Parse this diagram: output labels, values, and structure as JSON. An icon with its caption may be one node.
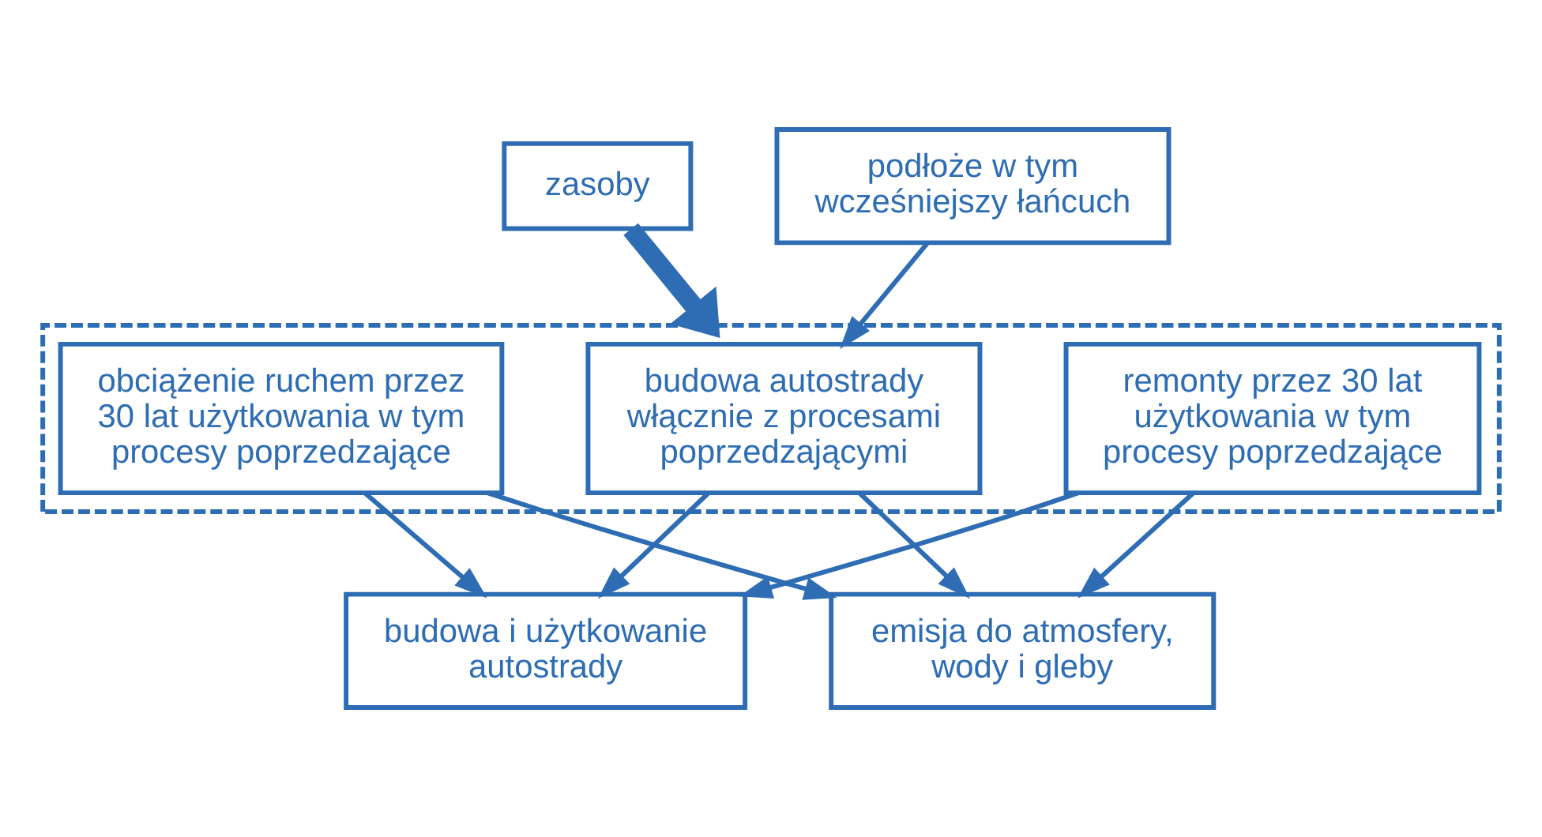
{
  "diagram": {
    "nodes": [
      {
        "text": [
          "zasoby"
        ]
      },
      {
        "text": [],
        "shape": "box"
      },
      {
        "text": [
          "podłoże w tym wcześniejszy łańcuch"
        ]
      },
      {
        "text": [
          "budowa autostrady włącznie z procesami poprzedzającymi"
        ],
        "in": 1
      },
      {
        "text": [
          "obciążenie ruchem przez 30 lat użytkowania w tym procesy poprzedzające"
        ],
        "in": 1
      },
      {
        "text": [
          "remonty przez 30 lat użytkowania w tym procesy poprzedzające"
        ],
        "in": 1
      },
      {
        "text": [
          "budowa i użytkowanie autostrady"
        ]
      },
      {
        "text": [
          "emisja do atmosfery, wody i gleby"
        ]
      }
    ],
    "edges": [
      {
        "from": 0,
        "to": 1,
        "arrow": "to",
        "style": "thick"
      },
      {
        "from": 2,
        "to": 3,
        "arrow": "to"
      },
      {
        "from": 3,
        "to": 6,
        "arrow": "to"
      },
      {
        "from": 3,
        "to": 7,
        "arrow": "to"
      },
      {
        "from": 4,
        "to": 6,
        "arrow": "to"
      },
      {
        "from": 4,
        "to": 7,
        "arrow": "to"
      },
      {
        "from": 5,
        "to": 6,
        "arrow": "to"
      },
      {
        "from": 5,
        "to": 7,
        "arrow": "to"
      }
    ]
  }
}
